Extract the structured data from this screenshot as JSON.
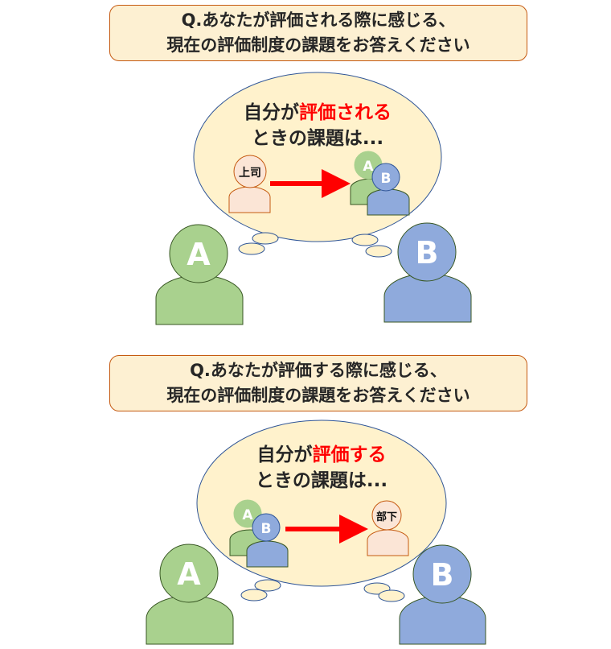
{
  "section1": {
    "question": [
      "Q.あなたが評価される際に感じる、",
      "現在の評価制度の課題をお答えください"
    ],
    "bubble_prefix": "自分が",
    "bubble_highlight": "評価される",
    "bubble_line2": "ときの課題は...",
    "evaluator_label": "上司",
    "person_a": "A",
    "person_b": "B"
  },
  "section2": {
    "question": [
      "Q.あなたが評価する際に感じる、",
      "現在の評価制度の課題をお答えください"
    ],
    "bubble_prefix": "自分が",
    "bubble_highlight": "評価する",
    "bubble_line2": "ときの課題は...",
    "evaluatee_label": "部下",
    "person_a": "A",
    "person_b": "B"
  },
  "colors": {
    "green": "#a9d18e",
    "blue": "#8faadc",
    "peach": "#fbe5d6",
    "bubble": "#fff2cc",
    "red": "#ff0000",
    "orange": "#c55a11"
  }
}
